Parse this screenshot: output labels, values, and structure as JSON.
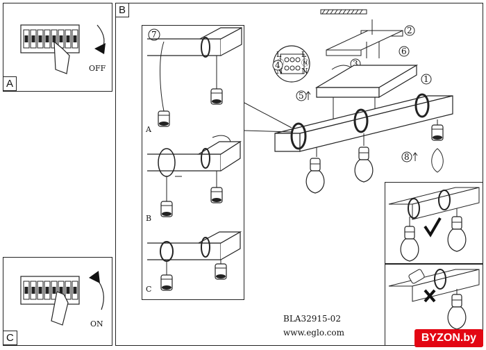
{
  "panels": {
    "a": {
      "tag": "A",
      "switch_label": "OFF"
    },
    "b": {
      "tag": "B"
    },
    "c": {
      "tag": "C",
      "switch_label": "ON"
    }
  },
  "steps": [
    "1",
    "2",
    "3",
    "4",
    "5",
    "6",
    "7",
    "8"
  ],
  "sub_labels": [
    "A",
    "B",
    "C"
  ],
  "terminal_labels": {
    "left": [
      "L",
      "Ⓛ",
      "N"
    ],
    "right": [
      "L",
      "Ⓝ",
      "N"
    ]
  },
  "product_code": "BLA32915-02",
  "website": "www.eglo.com",
  "watermark": "BYZON.by"
}
